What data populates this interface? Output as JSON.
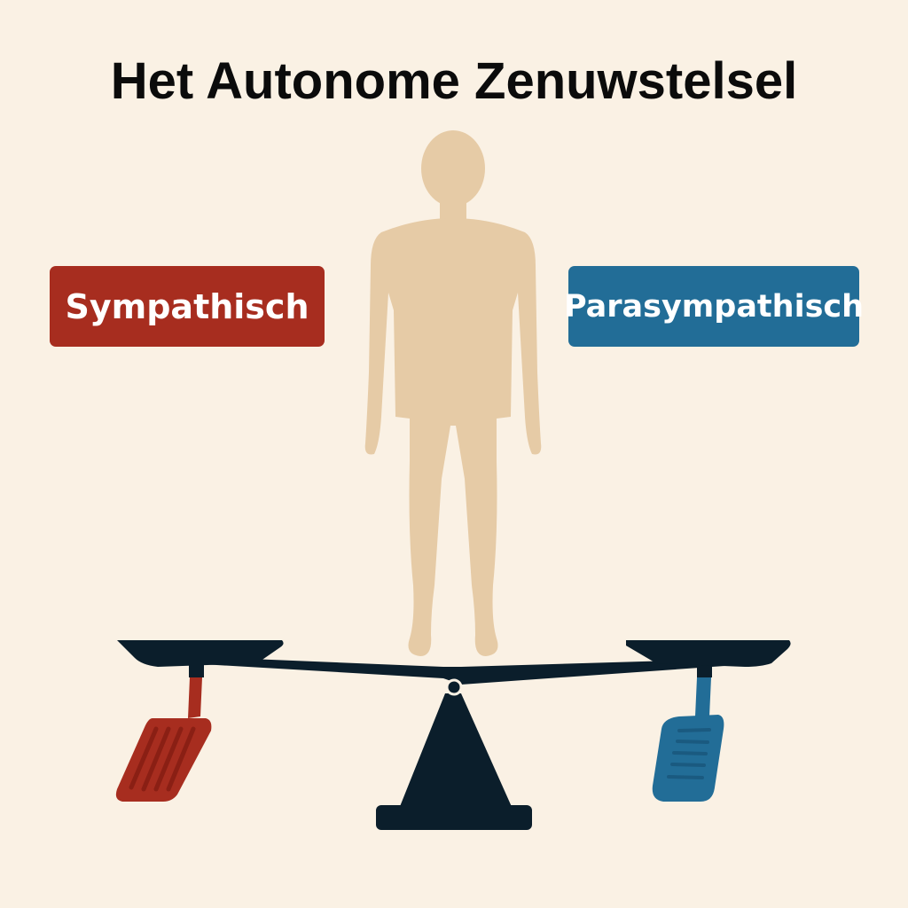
{
  "title": "Het Autonome Zenuwstelsel",
  "labels": {
    "sympathetic": "Sympathisch",
    "parasympathetic": "Parasympathisch"
  },
  "colors": {
    "background": "#faf1e4",
    "sympathetic": "#a72d1f",
    "parasympathetic": "#226d97",
    "scale": "#0b1e2b",
    "figure": "#e6cba6"
  },
  "elements": {
    "figure": "human-silhouette",
    "scale": "balance-scale",
    "left_pedal": "gas-pedal (red)",
    "right_pedal": "brake-pedal (blue)"
  }
}
